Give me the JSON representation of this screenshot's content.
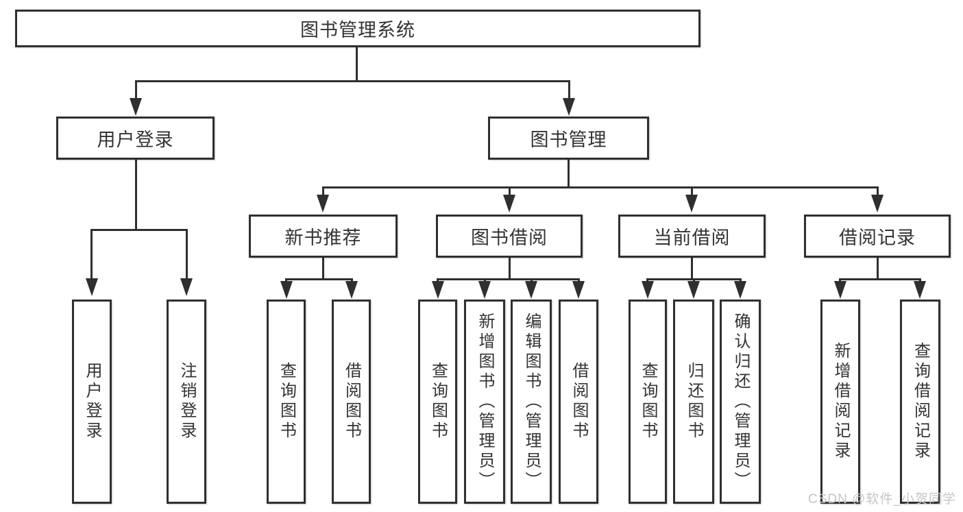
{
  "diagram": {
    "type": "tree",
    "colors": {
      "line": "#2f2f2f",
      "text": "#333333",
      "background": "#ffffff",
      "watermark": "#c5c5c5"
    }
  },
  "tree": {
    "label": "图书管理系统",
    "children": [
      {
        "label": "用户登录",
        "children": [
          {
            "label": "用户登录"
          },
          {
            "label": "注销登录"
          }
        ]
      },
      {
        "label": "图书管理",
        "children": [
          {
            "label": "新书推荐",
            "children": [
              {
                "label": "查询图书"
              },
              {
                "label": "借阅图书"
              }
            ]
          },
          {
            "label": "图书借阅",
            "children": [
              {
                "label": "查询图书"
              },
              {
                "label": "新增图书（管理员）"
              },
              {
                "label": "编辑图书（管理员）"
              },
              {
                "label": "借阅图书"
              }
            ]
          },
          {
            "label": "当前借阅",
            "children": [
              {
                "label": "查询图书"
              },
              {
                "label": "归还图书"
              },
              {
                "label": "确认归还（管理员）"
              }
            ]
          },
          {
            "label": "借阅记录",
            "children": [
              {
                "label": "新增借阅记录"
              },
              {
                "label": "查询借阅记录"
              }
            ]
          }
        ]
      }
    ]
  },
  "watermark": "CSDN @软件_小贺同学"
}
